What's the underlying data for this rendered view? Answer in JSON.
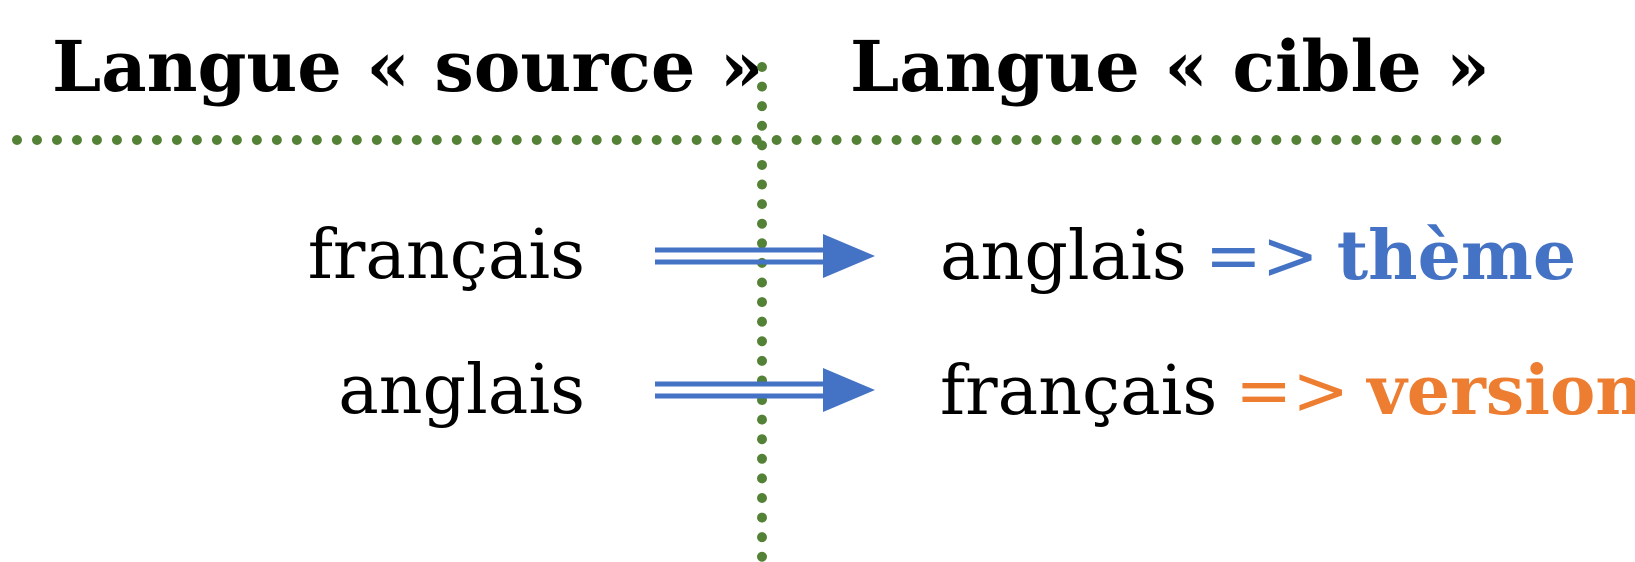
{
  "header": {
    "source_label": "Langue « source »",
    "target_label": "Langue « cible »"
  },
  "rows": [
    {
      "source": "français",
      "target": "anglais",
      "symbol": "=>",
      "result": "thème",
      "result_color": "#4472C4"
    },
    {
      "source": "anglais",
      "target": "français",
      "symbol": "=>",
      "result": "version",
      "result_color": "#ED7D31"
    }
  ],
  "colors": {
    "divider": "#538135",
    "arrow": "#4472C4",
    "text": "#000000"
  },
  "icons": {
    "arrow": "double-line-right-arrow-icon"
  }
}
